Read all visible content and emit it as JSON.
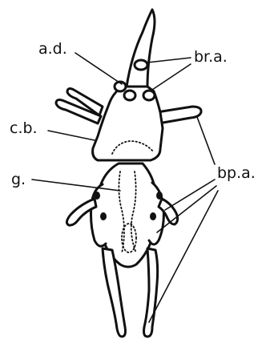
{
  "labels": {
    "ad": "a.d.",
    "bra": "br.a.",
    "cb": "c.b.",
    "g": "g.",
    "bpa": "bp.a."
  },
  "colors": {
    "ink": "#111111",
    "paper": "#ffffff"
  }
}
